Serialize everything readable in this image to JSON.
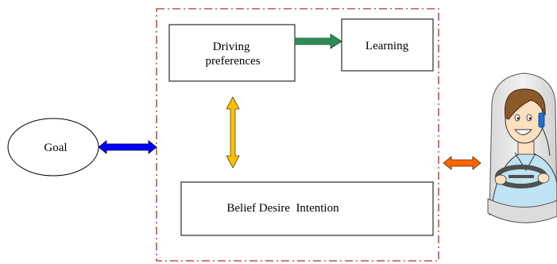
{
  "nodes": {
    "goal": "Goal",
    "driving_preferences": [
      "Driving",
      "preferences"
    ],
    "learning": "Learning",
    "bdi": "Belief Desire  Intention"
  },
  "colors": {
    "container_border": "#c0504d",
    "goal_arrow": "#0000ff",
    "preferences_arrow": "#ffc000",
    "learning_arrow": "#2e8b57",
    "driver_arrow": "#ff6600",
    "skin": "#fde0c0",
    "hair": "#8a5a2b",
    "seat": "#e6e6e6",
    "shirt": "#bfe3f2",
    "wheel": "#505050",
    "phone": "#1e6fd0"
  },
  "icons": {
    "driver": "driver-on-phone-icon"
  }
}
